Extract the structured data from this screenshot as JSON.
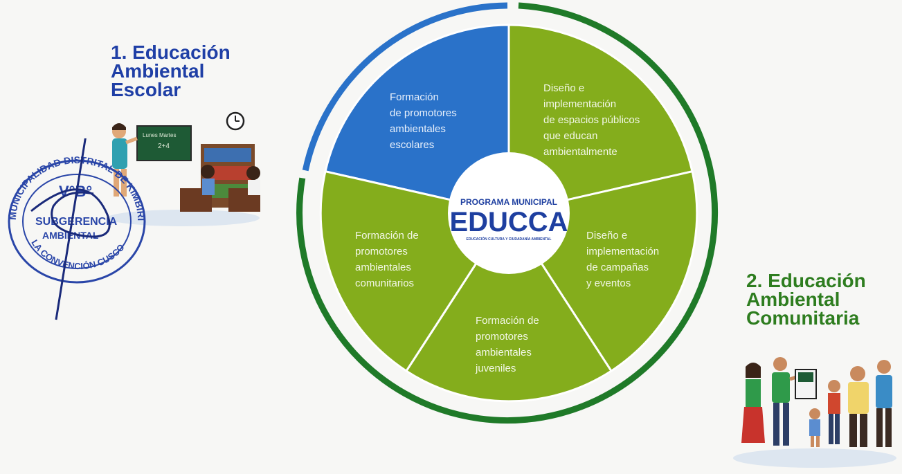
{
  "labels": {
    "escolar": "1. Educación\nAmbiental\nEscolar",
    "comunitaria": "2. Educación\nAmbiental\nComunitaria"
  },
  "center": {
    "line1": "PROGRAMA MUNICIPAL",
    "line2": "EDUCCA",
    "line3": "EDUCACIÓN CULTURA Y CIUDADANÍA AMBIENTAL"
  },
  "segments": [
    {
      "lines": [
        "Formación",
        "de promotores",
        "ambientales",
        "escolares"
      ]
    },
    {
      "lines": [
        "Diseño e",
        "implementación",
        "de espacios públicos",
        "que educan",
        "ambientalmente"
      ]
    },
    {
      "lines": [
        "Diseño e",
        "implementación",
        "de campañas",
        "y eventos"
      ]
    },
    {
      "lines": [
        "Formación de",
        "promotores",
        "ambientales",
        "juveniles"
      ]
    },
    {
      "lines": [
        "Formación de",
        "promotores",
        "ambientales",
        "comunitarios"
      ]
    }
  ],
  "stamp": {
    "outer": "MUNICIPALIDAD DISTRITAL DE KIMBIRI",
    "vb": "V°B°",
    "inner1": "SUBGERENCIA",
    "inner2": "AMBIENTAL",
    "bottom": "LA CONVENCIÓN CUSCO"
  },
  "board_text": "Lunes Martes",
  "colors": {
    "blue": "#2a72c9",
    "green": "#84ad1c",
    "dark_green": "#1f7a28",
    "label_blue": "#1f3fa6",
    "label_green": "#2e7d1f"
  }
}
